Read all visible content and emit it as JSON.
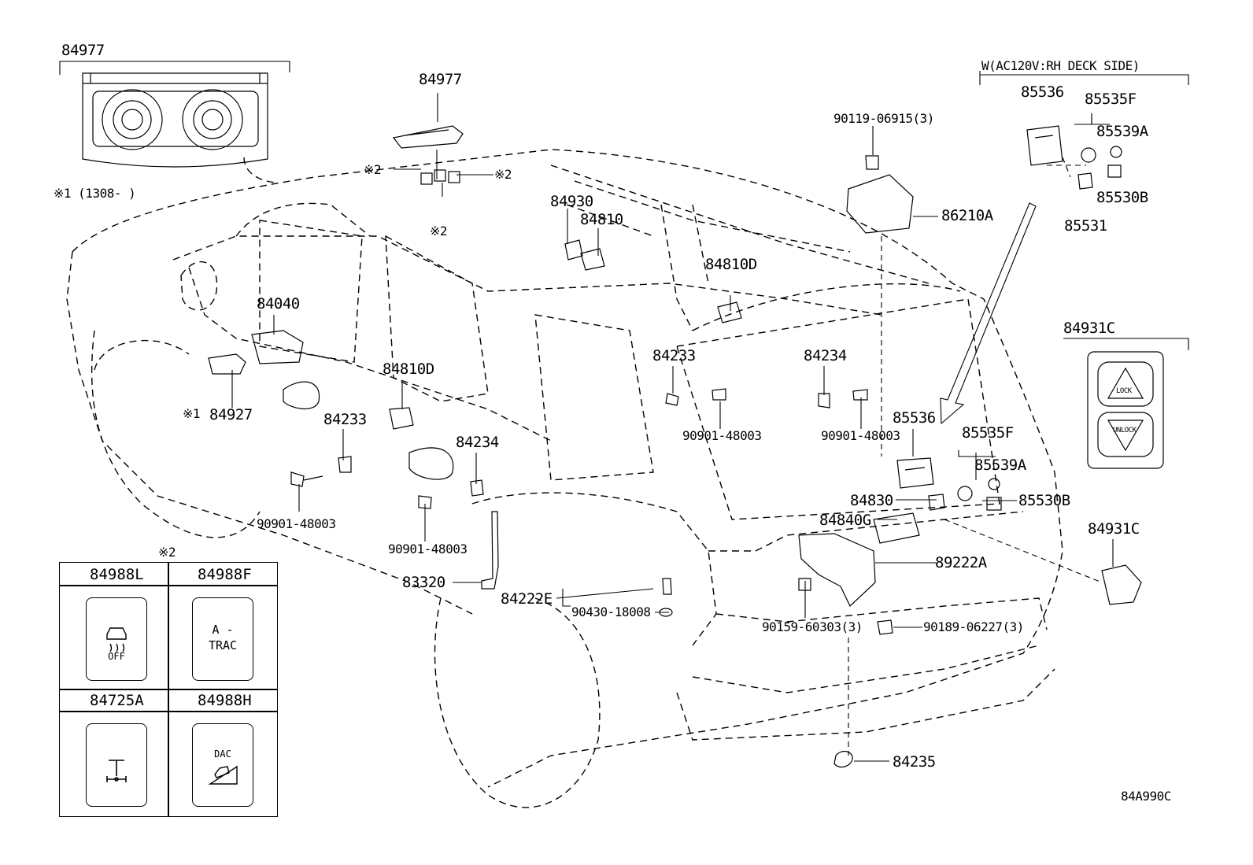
{
  "labels": {
    "p84977_top": "84977",
    "p84977": "84977",
    "note1": "※1 (1308-      )",
    "x2_a": "※2",
    "x2_b": "※2",
    "x2_c": "※2",
    "x2_grid": "※2",
    "x1": "※1",
    "p84930": "84930",
    "p84810": "84810",
    "p84810D_a": "84810D",
    "p84810D_b": "84810D",
    "p84040": "84040",
    "p84927": "84927",
    "p84233_a": "84233",
    "p84233_b": "84233",
    "p84234_a": "84234",
    "p84234_b": "84234",
    "p90901_a": "90901-48003",
    "p90901_b": "90901-48003",
    "p90901_c": "90901-48003",
    "p90901_d": "90901-48003",
    "p83320": "83320",
    "p84222E": "84222E",
    "p90430": "90430-18008",
    "p90119": "90119-06915(3)",
    "p86210A": "86210A",
    "p85536_a": "85536",
    "p85536_b": "85536",
    "p85535F_a": "85535F",
    "p85535F_b": "85535F",
    "p85539A_a": "85539A",
    "p85539A_b": "85539A",
    "p85530B_a": "85530B",
    "p85530B_b": "85530B",
    "p85531": "85531",
    "w_ac": "W(AC120V:RH DECK SIDE)",
    "p84931C_a": "84931C",
    "p84931C_b": "84931C",
    "p84830": "84830",
    "p84840G": "84840G",
    "p89222A": "89222A",
    "p90159": "90159-60303(3)",
    "p90189": "90189-06227(3)",
    "p84235": "84235",
    "code": "84A990C"
  },
  "grid": {
    "c1": "84988L",
    "c2": "84988F",
    "c3": "84725A",
    "c4": "84988H",
    "off": "OFF",
    "a": "A -",
    "trac": "TRAC",
    "dac": "DAC"
  },
  "lockswitch": {
    "lock": "LOCK",
    "unlock": "UNLOCK"
  }
}
